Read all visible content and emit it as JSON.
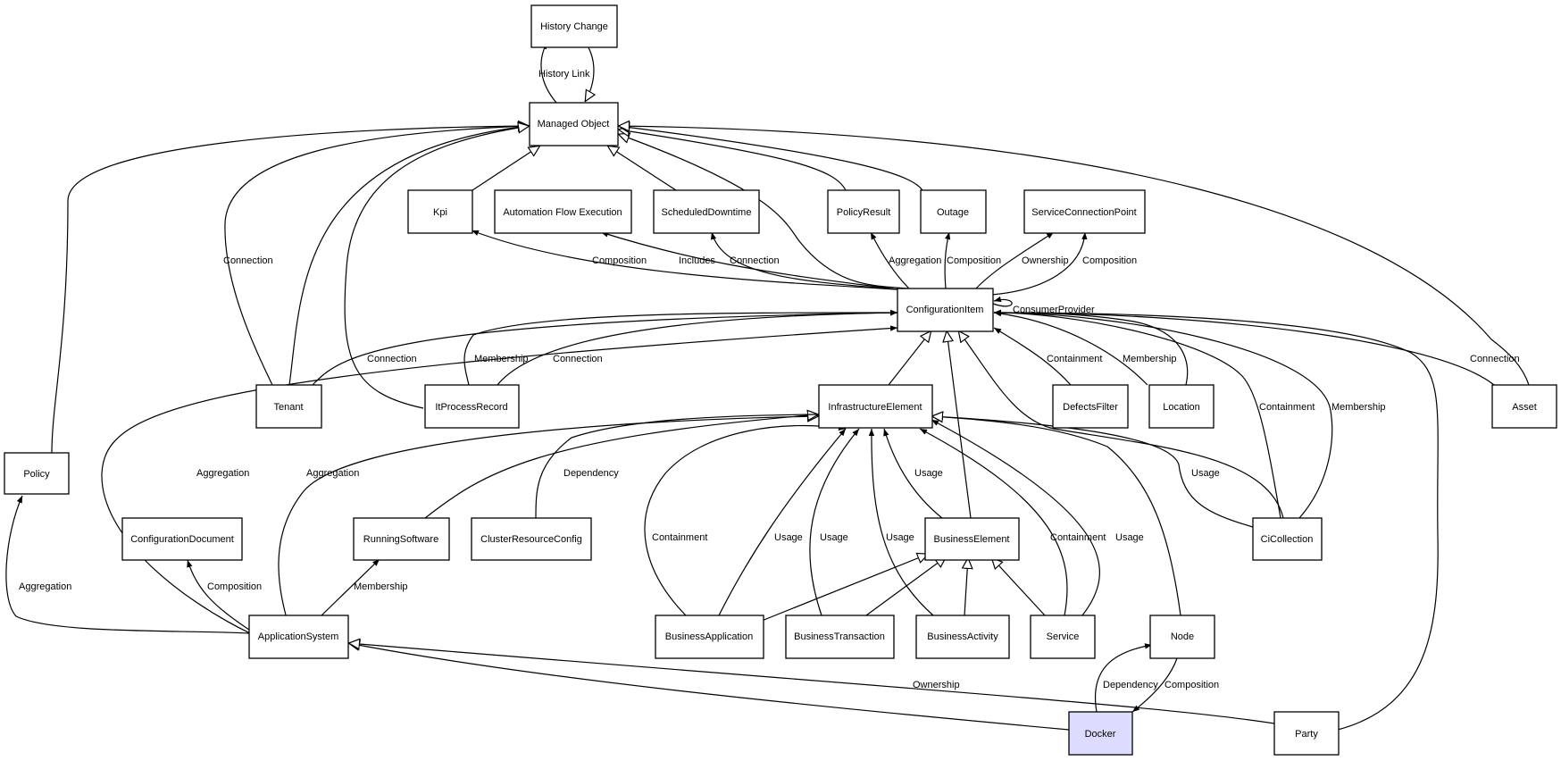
{
  "nodes": {
    "history": "History Change",
    "managed": "Managed Object",
    "kpi": "Kpi",
    "automation": "Automation Flow Execution",
    "scheduled": "ScheduledDowntime",
    "policyresult": "PolicyResult",
    "outage": "Outage",
    "scp": "ServiceConnectionPoint",
    "ci": "ConfigurationItem",
    "tenant": "Tenant",
    "itprocess": "ItProcessRecord",
    "infra": "InfrastructureElement",
    "defects": "DefectsFilter",
    "location": "Location",
    "asset": "Asset",
    "policy": "Policy",
    "configdoc": "ConfigurationDocument",
    "running": "RunningSoftware",
    "cluster": "ClusterResourceConfig",
    "business": "BusinessElement",
    "cicollection": "CiCollection",
    "appsystem": "ApplicationSystem",
    "bizapp": "BusinessApplication",
    "biztrans": "BusinessTransaction",
    "bizact": "BusinessActivity",
    "service": "Service",
    "node": "Node",
    "docker": "Docker",
    "party": "Party"
  },
  "labels": {
    "history_link": "History Link",
    "connection_tenant_mo": "Connection",
    "composition_kpi": "Composition",
    "includes": "Includes",
    "connection_sched": "Connection",
    "aggregation_policyresult": "Aggregation",
    "composition_outage": "Composition",
    "ownership_scp": "Ownership",
    "composition_scp": "Composition",
    "consumer_provider": "ConsumerProvider",
    "connection_tenant_ci": "Connection",
    "membership_itp": "Membership",
    "connection_itp": "Connection",
    "containment_defects": "Containment",
    "membership_location": "Membership",
    "connection_asset": "Connection",
    "aggregation_app_ci": "Aggregation",
    "aggregation_app_infra": "Aggregation",
    "dependency_cluster": "Dependency",
    "usage_biz": "Usage",
    "containment_cic": "Containment",
    "membership_cic": "Membership",
    "usage_cic": "Usage",
    "containment_bizapp": "Containment",
    "usage_bizapp": "Usage",
    "usage_biztrans": "Usage",
    "usage_bizact": "Usage",
    "containment_service": "Containment",
    "usage_service": "Usage",
    "aggregation_policy": "Aggregation",
    "composition_configdoc": "Composition",
    "membership_running": "Membership",
    "ownership_party": "Ownership",
    "dependency_docker": "Dependency",
    "composition_node": "Composition"
  },
  "colors": {
    "node_fill": "#ffffff",
    "highlight_fill": "#dcdcff",
    "stroke": "#000000"
  }
}
